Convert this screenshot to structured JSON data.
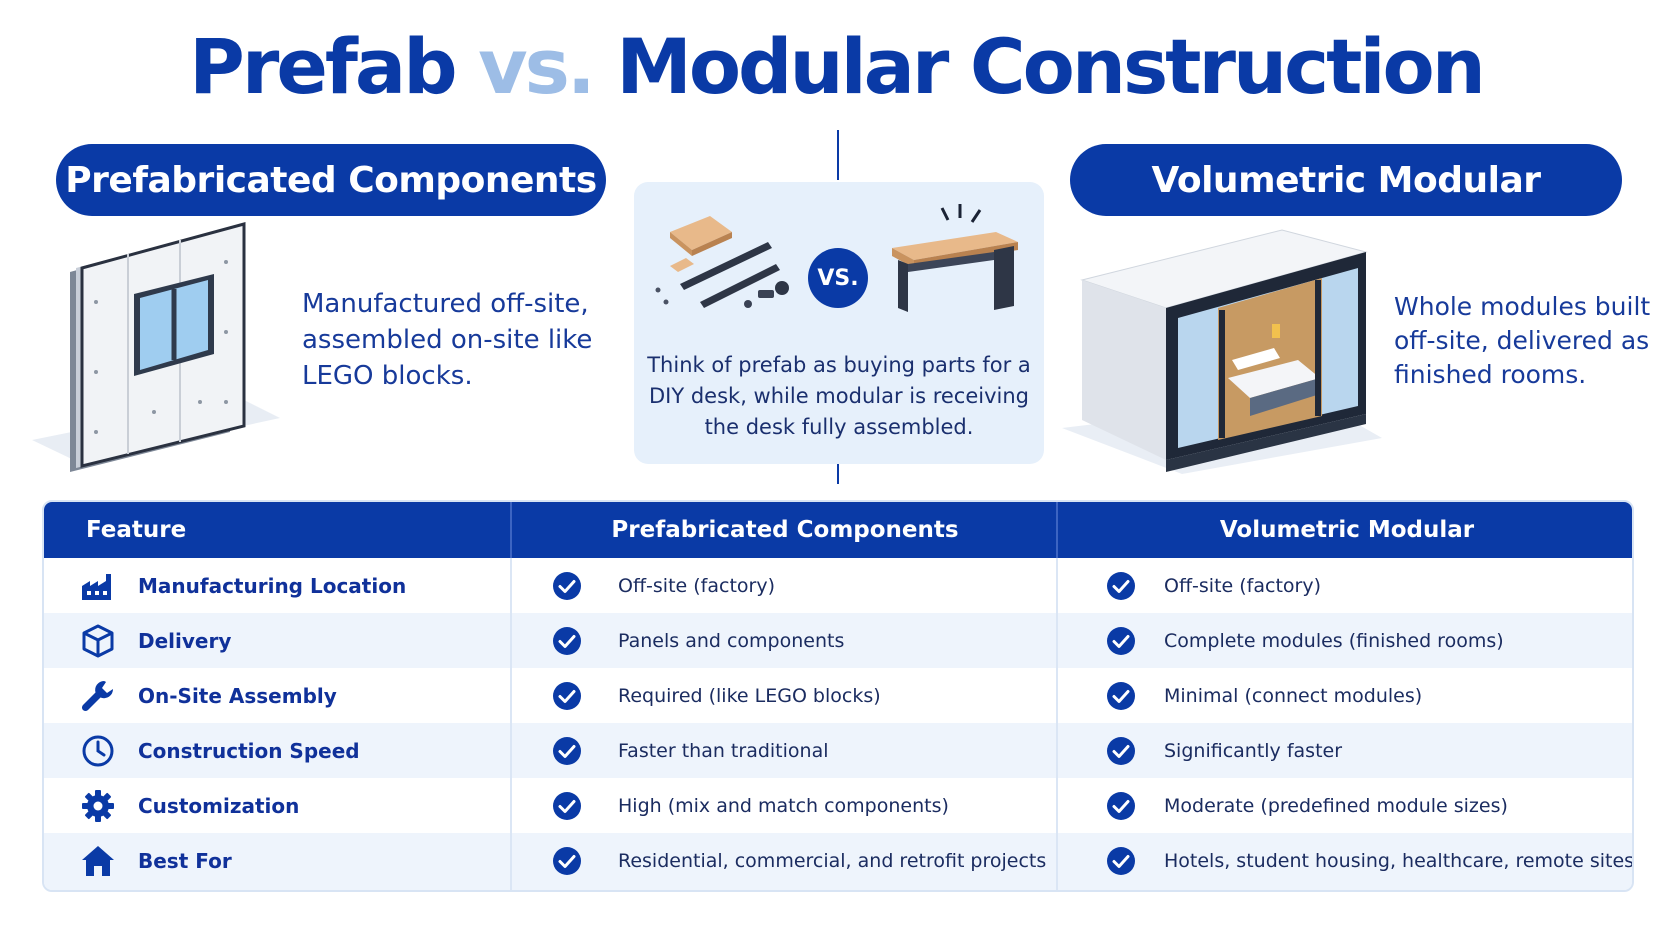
{
  "title": {
    "part1": "Prefab",
    "vs": "vs.",
    "part2": "Modular Construction"
  },
  "left_panel": {
    "heading": "Prefabricated Components",
    "description": "Manufactured off-site, assembled on-site like LEGO blocks.",
    "illustration_icon": "wall-panel-icon"
  },
  "analogy": {
    "badge": "VS.",
    "text": "Think of prefab as buying parts for a DIY desk, while modular is receiving the desk fully assembled.",
    "left_icon": "desk-parts-icon",
    "right_icon": "assembled-desk-icon"
  },
  "right_panel": {
    "heading": "Volumetric Modular",
    "description": "Whole modules built off-site, delivered as finished rooms.",
    "illustration_icon": "room-module-icon"
  },
  "table": {
    "headers": [
      "Feature",
      "Prefabricated Components",
      "Volumetric Modular"
    ],
    "rows": [
      {
        "feature": "Manufacturing Location",
        "icon": "factory-icon",
        "prefab": "Off-site (factory)",
        "modular": "Off-site (factory)"
      },
      {
        "feature": "Delivery",
        "icon": "box-icon",
        "prefab": "Panels and components",
        "modular": "Complete modules (finished rooms)"
      },
      {
        "feature": "On-Site Assembly",
        "icon": "wrench-icon",
        "prefab": "Required (like LEGO blocks)",
        "modular": "Minimal (connect modules)"
      },
      {
        "feature": "Construction Speed",
        "icon": "clock-icon",
        "prefab": "Faster than traditional",
        "modular": "Significantly faster"
      },
      {
        "feature": "Customization",
        "icon": "gear-icon",
        "prefab": "High (mix and match components)",
        "modular": "Moderate (predefined module sizes)"
      },
      {
        "feature": "Best For",
        "icon": "house-icon",
        "prefab": "Residential, commercial, and retrofit projects",
        "modular": "Hotels, student housing, healthcare, remote sites"
      }
    ]
  },
  "colors": {
    "primary": "#0a3aa6",
    "vs_light": "#9dbde6",
    "row_alt": "#eef4fc",
    "panel_bg": "#e6f0fb"
  }
}
